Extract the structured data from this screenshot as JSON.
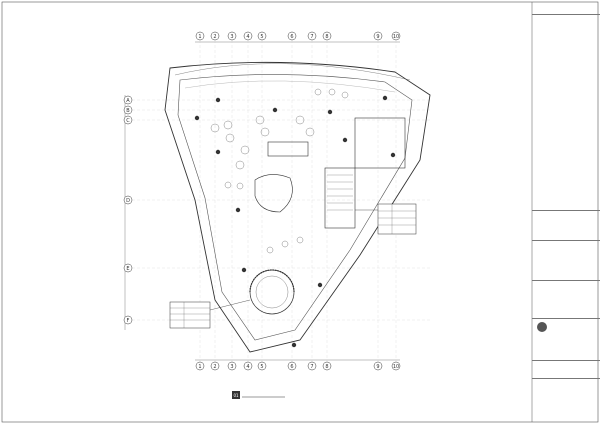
{
  "drawing": {
    "grid_top": [
      "1",
      "2",
      "3",
      "4",
      "5",
      "6",
      "7",
      "8",
      "9",
      "10"
    ],
    "grid_left": [
      "A",
      "B",
      "C",
      "D",
      "E",
      "F"
    ],
    "view_number": "01",
    "view_title": "",
    "view_scale": ""
  },
  "title_block": {
    "project_name": "",
    "drawing_title": "",
    "drawing_number": ""
  },
  "colors": {
    "line": "#333333",
    "fill_dark": "#555555",
    "paper": "#ffffff"
  }
}
